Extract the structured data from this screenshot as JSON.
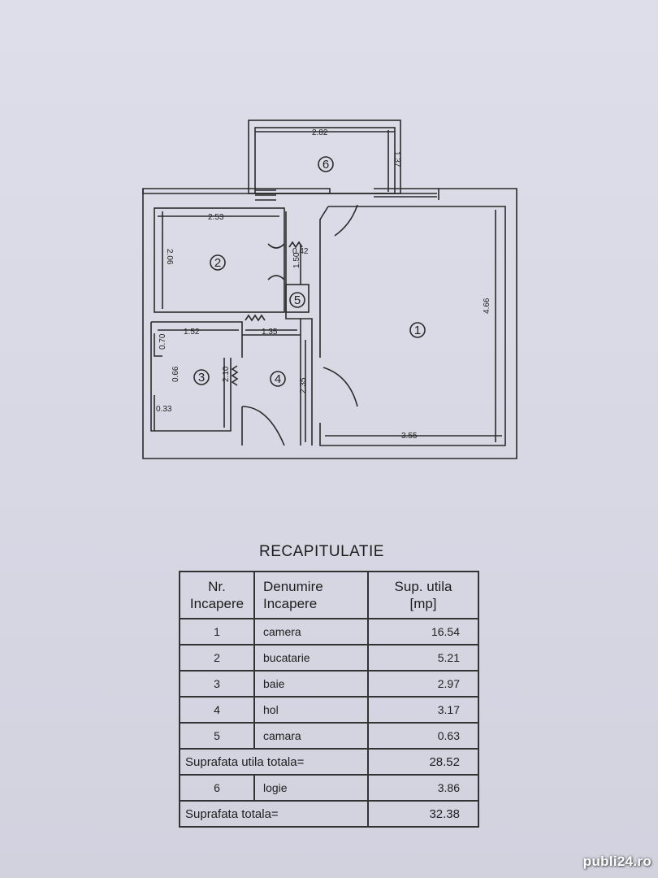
{
  "plan": {
    "dimensions": {
      "logia_width": "2.82",
      "logia_depth": "1.37",
      "kitchen_width": "2.53",
      "kitchen_depth": "2.06",
      "pantry_width": "0.42",
      "pantry_depth": "1.50",
      "room_depth": "4.66",
      "room_width": "3.55",
      "bath_width": "1.52",
      "hall_width": "1.35",
      "bath_niche": "0.70",
      "bath_inner": "0.66",
      "bath_depth": "2.10",
      "bath_small": "0.33",
      "hall_depth": "2.35"
    },
    "rooms": {
      "r1": "1",
      "r2": "2",
      "r3": "3",
      "r4": "4",
      "r5": "5",
      "r6": "6"
    }
  },
  "recap": {
    "title": "RECAPITULATIE",
    "headers": {
      "nr_line1": "Nr.",
      "nr_line2": "Incapere",
      "den_line1": "Denumire",
      "den_line2": "Incapere",
      "sup_line1": "Sup. utila",
      "sup_line2": "[mp]"
    },
    "rows": [
      {
        "nr": "1",
        "name": "camera",
        "area": "16.54"
      },
      {
        "nr": "2",
        "name": "bucatarie",
        "area": "5.21"
      },
      {
        "nr": "3",
        "name": "baie",
        "area": "2.97"
      },
      {
        "nr": "4",
        "name": "hol",
        "area": "3.17"
      },
      {
        "nr": "5",
        "name": "camara",
        "area": "0.63"
      }
    ],
    "useful_total_label": "Suprafata utila totala=",
    "useful_total_value": "28.52",
    "logia_row": {
      "nr": "6",
      "name": "logie",
      "area": "3.86"
    },
    "total_label": "Suprafata totala=",
    "total_value": "32.38"
  },
  "watermark": "publi24.ro"
}
